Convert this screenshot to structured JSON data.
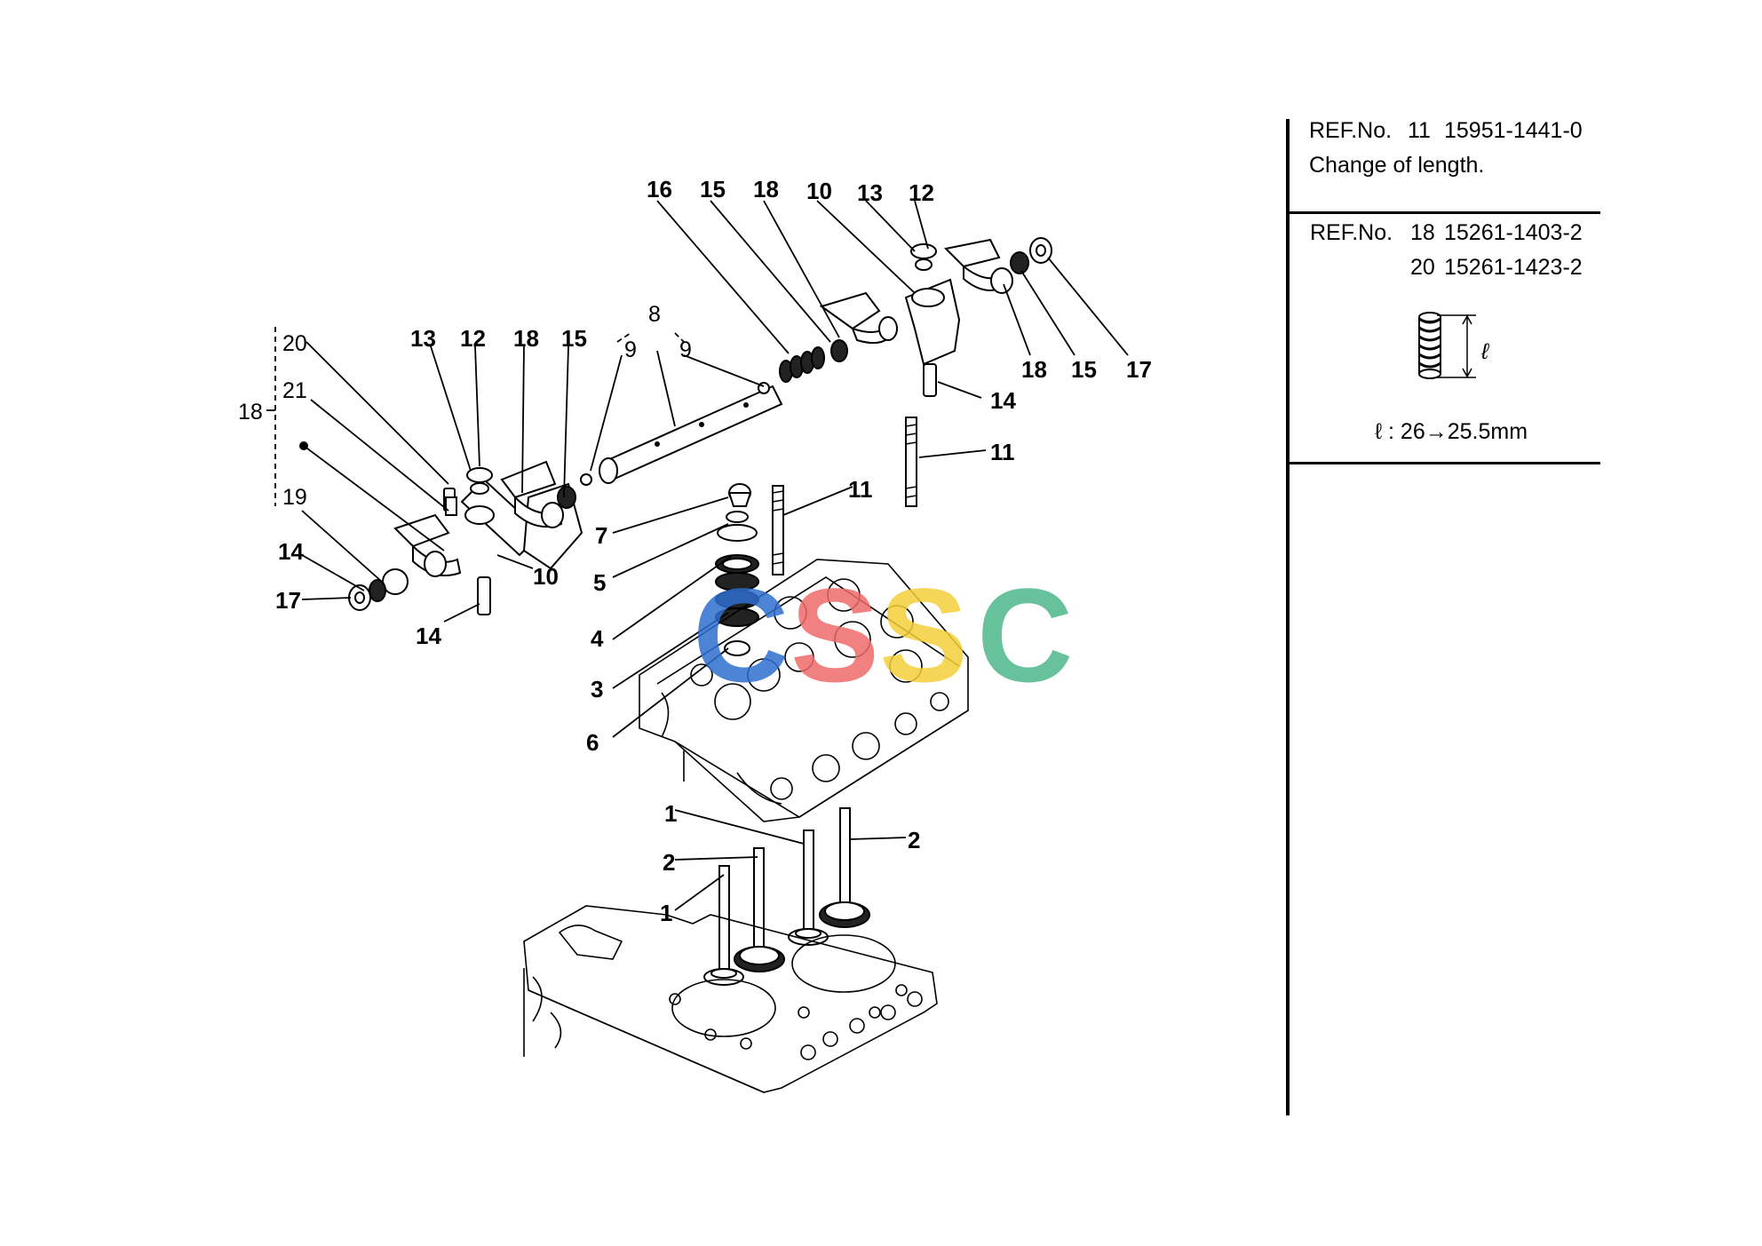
{
  "diagram": {
    "callouts": [
      "1",
      "1",
      "2",
      "2",
      "3",
      "4",
      "5",
      "6",
      "7",
      "8",
      "9",
      "9",
      "10",
      "10",
      "11",
      "11",
      "12",
      "12",
      "13",
      "13",
      "14",
      "14",
      "15",
      "15",
      "15",
      "16",
      "17",
      "17",
      "18",
      "18",
      "18",
      "18",
      "19",
      "20",
      "21"
    ]
  },
  "notes": [
    {
      "ref_label": "REF.No.",
      "lines": [
        {
          "ref": "11",
          "part_no": "15951-1441-0"
        }
      ],
      "description": "Change of length."
    },
    {
      "ref_label": "REF.No.",
      "lines": [
        {
          "ref": "18",
          "part_no": "15261-1403-2"
        },
        {
          "ref": "20",
          "part_no": "15261-1423-2"
        }
      ],
      "symbol": "ℓ",
      "length_change": "ℓ : 26→25.5mm"
    }
  ],
  "watermark": {
    "letters": [
      "C",
      "S",
      "S",
      "C"
    ],
    "colors": [
      "#2f6fd0",
      "#ef6b6b",
      "#f4cf3a",
      "#4db88a"
    ]
  }
}
